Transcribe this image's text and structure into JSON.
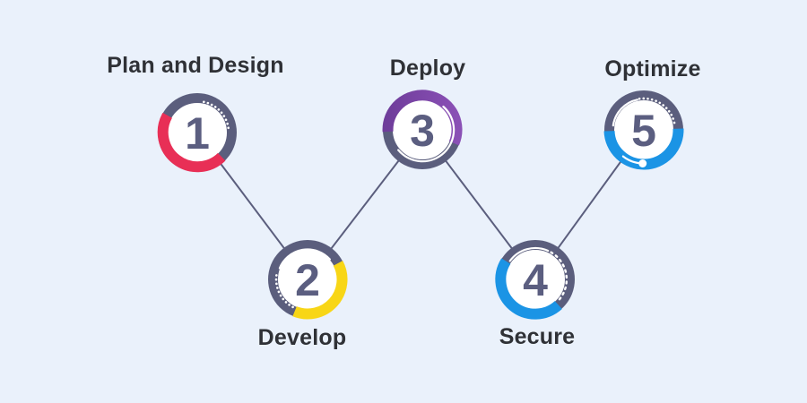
{
  "diagram": {
    "type": "process-flow",
    "background_color": "#eaf1fb",
    "line_color": "#5b5e7d",
    "ring_color": "#5b5e7d",
    "number_color": "#5b5e80",
    "label_color": "#2f3136",
    "steps": [
      {
        "number": "1",
        "label": "Plan and Design",
        "accent_color": "#e82f56"
      },
      {
        "number": "2",
        "label": "Develop",
        "accent_color": "#f8d616"
      },
      {
        "number": "3",
        "label": "Deploy",
        "accent_color": "#6f3d9b",
        "accent_color_2": "#8a50b5"
      },
      {
        "number": "4",
        "label": "Secure",
        "accent_color": "#1b94e5"
      },
      {
        "number": "5",
        "label": "Optimize",
        "accent_color": "#1b94e5"
      }
    ]
  }
}
